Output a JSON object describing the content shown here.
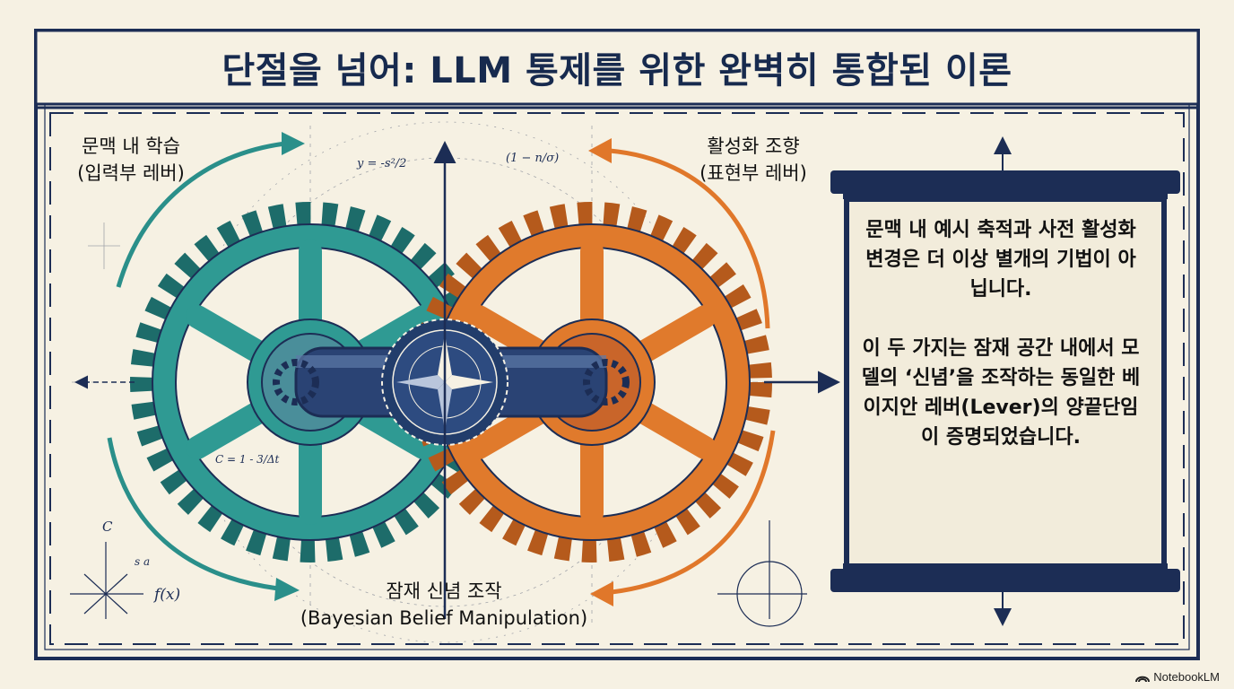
{
  "title": "단절을 넘어: LLM 통제를 위한 완벽히 통합된 이론",
  "left_label": {
    "line1": "문맥 내 학습",
    "line2": "(입력부 레버)"
  },
  "right_label": {
    "line1": "활성화 조향",
    "line2": "(표현부 레버)"
  },
  "bottom_label": {
    "line1": "잠재 신념 조작",
    "line2": "(Bayesian Belief Manipulation)"
  },
  "scroll": {
    "paragraph1": "문맥 내 예시 축적과 사전 활성화 변경은 더 이상 별개의 기법이 아닙니다.",
    "paragraph2": "이 두 가지는 잠재 공간 내에서 모델의 ‘신념’을 조작하는 동일한 베이지안 레버(Lever)의 양끝단임이 증명되었습니다."
  },
  "formulas": {
    "f1": "y = -s²/2",
    "f2": "(1 − n/σ)",
    "f3": "C = 1 - 3/Δt",
    "f4": "f(x)",
    "f5": "C",
    "f6": "s a"
  },
  "brand": "NotebookLM",
  "colors": {
    "teal": "#2a8f8a",
    "orange": "#e0772a",
    "navy": "#1c2d55",
    "paper": "#f6f1e3"
  }
}
